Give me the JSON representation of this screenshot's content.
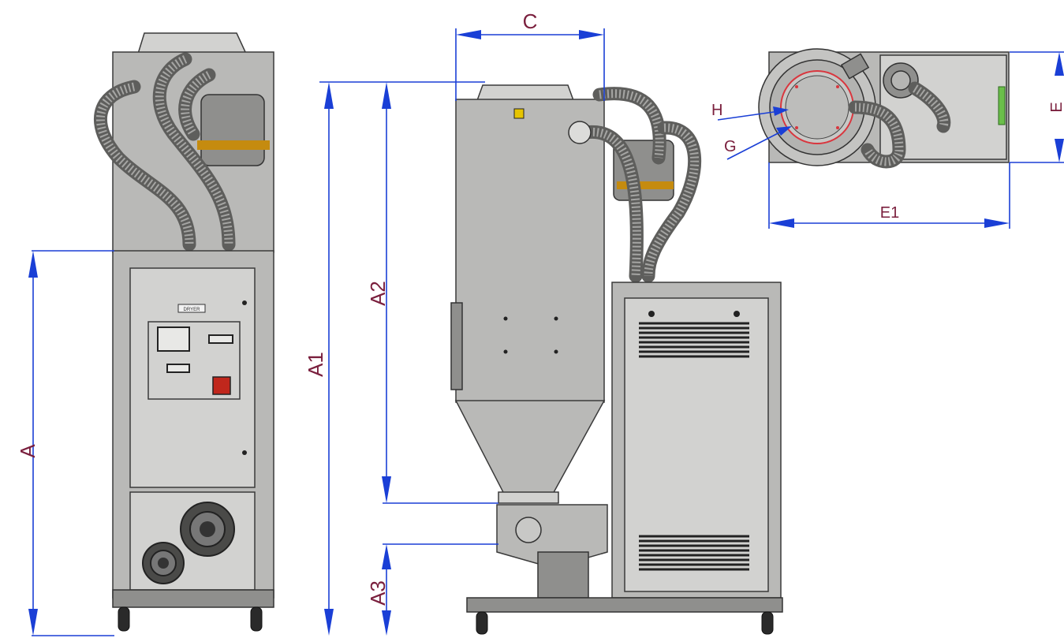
{
  "dimensions": {
    "A": "A",
    "A1": "A1",
    "A2": "A2",
    "A3": "A3",
    "C": "C",
    "E": "E",
    "E1": "E1",
    "G": "G",
    "H": "H"
  },
  "panel": {
    "badge_text": "DRYER"
  },
  "colors": {
    "dimension_line": "#1a3fd6",
    "dimension_label": "#7a1f3d",
    "machine_body": "#b9b9b7",
    "accent_ring": "#c58b0f",
    "top_view_circle": "#d9363e"
  }
}
